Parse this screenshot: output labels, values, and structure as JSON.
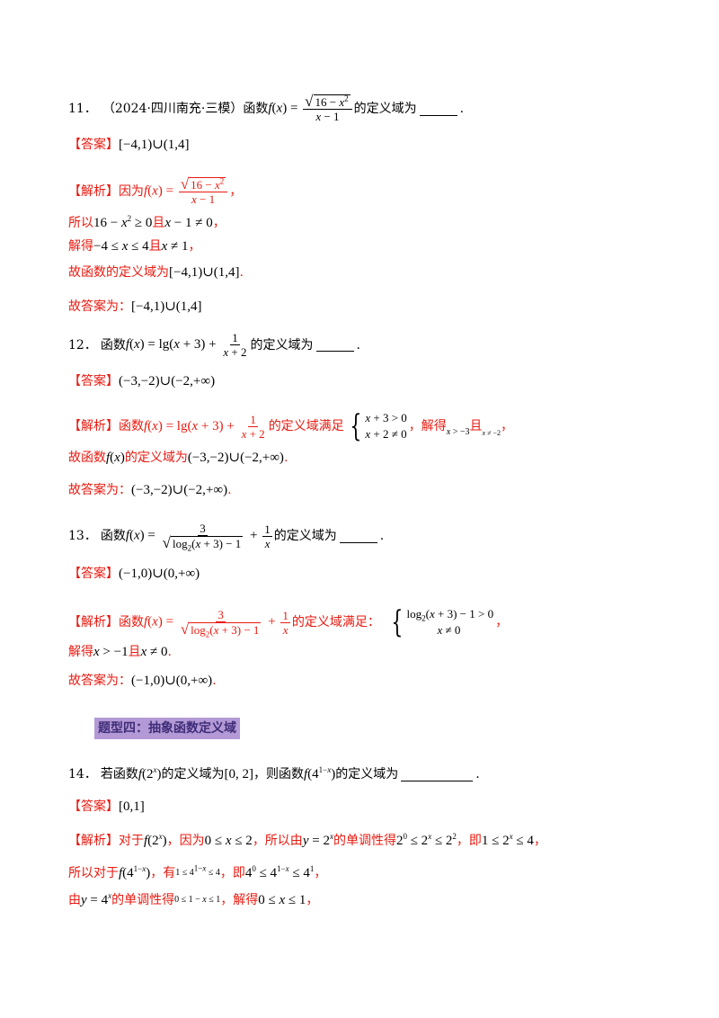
{
  "labels": {
    "answer_tag": "【答案】",
    "analysis_tag": "【解析】",
    "fill_answer_prefix": "故答案为："
  },
  "q11": {
    "num": "11．",
    "source": "（2024·四川南充·三模）",
    "stem_a": "函数",
    "stem_b": "的定义域为",
    "answer": "[−4,1)∪(1,4]",
    "a1": "因为",
    "a2": "所以",
    "a2_mid": "且",
    "a3": "解得",
    "a3_mid": "且",
    "a4": "故函数的定义域为"
  },
  "q12": {
    "num": "12．",
    "stem_a": "函数",
    "stem_b": "的定义域为",
    "answer": "(−3,−2)∪(−2,+∞)",
    "a1": "函数",
    "a1b": "的定义域满足",
    "a1c": "，解得",
    "a1d": "且",
    "a2": "故函数",
    "a2b": "的定义域为"
  },
  "q13": {
    "num": "13．",
    "stem_a": "函数",
    "stem_b": "的定义域为",
    "answer": "(−1,0)∪(0,+∞)",
    "a1": "函数",
    "a1b": "的定义域满足：",
    "a2": "解得",
    "a2b": "且"
  },
  "section_heading": "题型四：抽象函数定义域",
  "q14": {
    "num": "14．",
    "stem_a": "若函数",
    "stem_b": "的定义域为",
    "stem_c": "，则函数",
    "stem_d": "的定义域为",
    "answer": "[0,1]",
    "a1": "对于",
    "a1b": "，因为",
    "a1c": "，所以由",
    "a1d": "的单调性得",
    "a1e": "，即",
    "a2": "所以对于",
    "a2b": "，有",
    "a2c": "，即",
    "a3": "由",
    "a3b": "的单调性得",
    "a3c": "，解得"
  }
}
